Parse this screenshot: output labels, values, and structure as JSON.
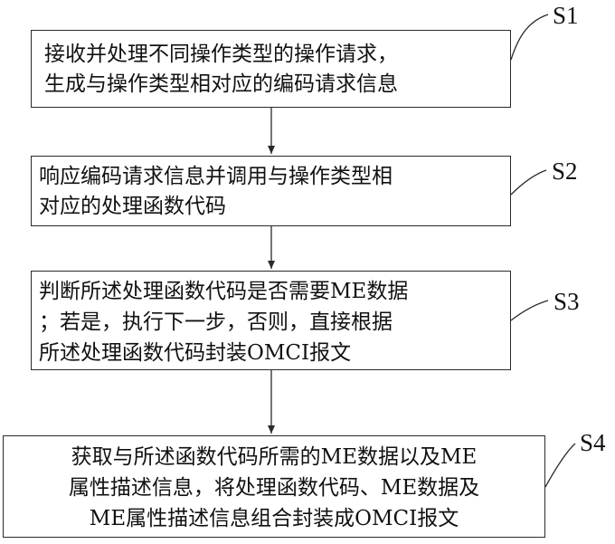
{
  "steps": [
    {
      "label": "S1",
      "lines": [
        "接收并处理不同操作类型的操作请求，",
        "生成与操作类型相对应的编码请求信息"
      ]
    },
    {
      "label": "S2",
      "lines": [
        "响应编码请求信息并调用与操作类型相",
        "对应的处理函数代码"
      ]
    },
    {
      "label": "S3",
      "lines": [
        "判断所述处理函数代码是否需要ME数据",
        "；若是，执行下一步，否则，直接根据",
        "所述处理函数代码封装OMCI报文"
      ]
    },
    {
      "label": "S4",
      "lines": [
        "获取与所述函数代码所需的ME数据以及ME",
        "属性描述信息，将处理函数代码、ME数据及",
        "ME属性描述信息组合封装成OMCI报文"
      ]
    }
  ]
}
